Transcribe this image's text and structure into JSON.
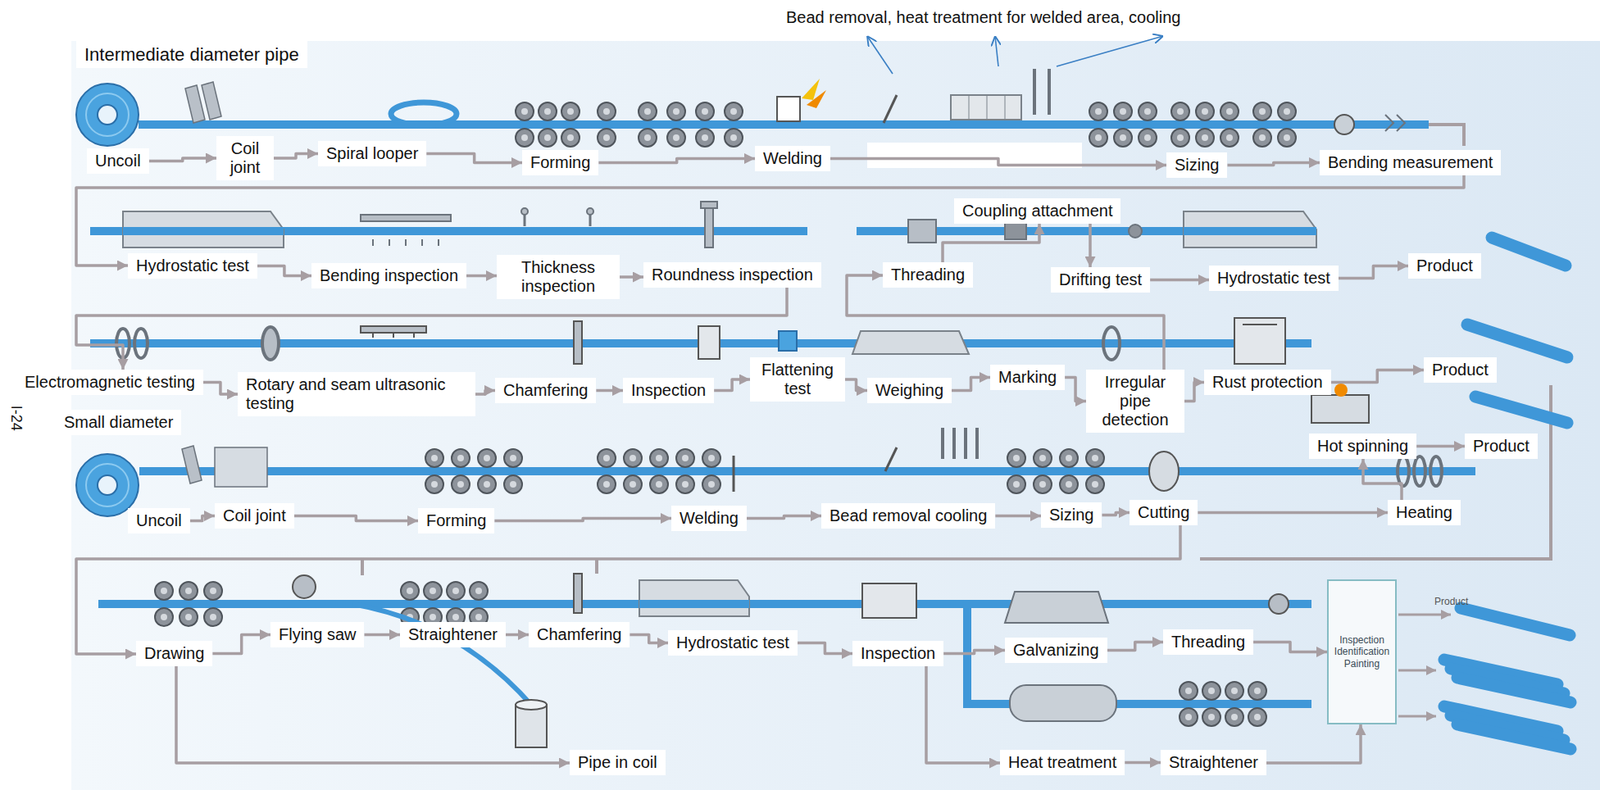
{
  "diagram": {
    "nodes": [
      {
        "text": [
          "Uncoil"
        ]
      },
      {
        "text": [
          "Coil joint"
        ]
      },
      {
        "text": [
          "Spiral looper"
        ]
      },
      {
        "text": [
          "Forming"
        ]
      },
      {
        "text": [
          "Welding"
        ]
      },
      {
        "text": [
          "Sizing"
        ]
      },
      {
        "text": [
          "Bending measurement"
        ]
      },
      {
        "text": [
          "Hydrostatic test"
        ]
      },
      {
        "text": [
          "Bending inspection"
        ]
      },
      {
        "text": [
          "Thickness inspection"
        ]
      },
      {
        "text": [
          "Roundness inspection"
        ]
      },
      {
        "text": [
          "Electromagnetic testing"
        ]
      },
      {
        "text": [
          "Rotary and seam ultrasonic testing"
        ]
      },
      {
        "text": [
          "Chamfering"
        ]
      },
      {
        "text": [
          "Inspection"
        ]
      },
      {
        "text": [
          "Flattening test"
        ]
      },
      {
        "text": [
          "Weighing"
        ]
      },
      {
        "text": [
          "Marking"
        ]
      },
      {
        "text": [
          "Irregular pipe detection"
        ]
      },
      {
        "text": [
          "Threading"
        ]
      },
      {
        "text": [
          "Coupling attachment"
        ]
      },
      {
        "text": [
          "Drifting test"
        ]
      },
      {
        "text": [
          "Hydrostatic test"
        ]
      },
      {
        "text": [
          "Product"
        ]
      },
      {
        "text": [
          "Rust protection"
        ]
      },
      {
        "text": [
          "Product"
        ]
      },
      {
        "text": [
          "Uncoil"
        ]
      },
      {
        "text": [
          "Coil joint"
        ]
      },
      {
        "text": [
          "Forming"
        ]
      },
      {
        "text": [
          "Welding"
        ]
      },
      {
        "text": [
          "Bead removal cooling"
        ]
      },
      {
        "text": [
          "Sizing"
        ]
      },
      {
        "text": [
          "Cutting"
        ]
      },
      {
        "text": [
          "Heating"
        ]
      },
      {
        "text": [
          "Hot spinning"
        ]
      },
      {
        "text": [
          "Product"
        ]
      },
      {
        "text": [
          "Drawing"
        ]
      },
      {
        "text": [
          "Pipe in coil"
        ]
      },
      {
        "text": [
          "Flying saw"
        ]
      },
      {
        "text": [
          "Straightener"
        ]
      },
      {
        "text": [
          "Chamfering"
        ]
      },
      {
        "text": [
          "Hydrostatic test"
        ]
      },
      {
        "text": [
          "Inspection"
        ]
      },
      {
        "text": [
          "Galvanizing"
        ]
      },
      {
        "text": [
          "Threading"
        ]
      },
      {
        "text": [
          "Heat treatment"
        ]
      },
      {
        "text": [
          "Straightener"
        ]
      },
      {
        "text": [
          "Inspection Identification Painting"
        ]
      }
    ],
    "edges": [
      {
        "from": 0,
        "to": 1,
        "arrow": "to"
      },
      {
        "from": 1,
        "to": 2,
        "arrow": "to"
      },
      {
        "from": 2,
        "to": 3,
        "arrow": "to"
      },
      {
        "from": 3,
        "to": 4,
        "arrow": "to"
      },
      {
        "from": 4,
        "to": 5,
        "arrow": "to"
      },
      {
        "from": 5,
        "to": 6,
        "arrow": "to"
      },
      {
        "from": 6,
        "to": 7,
        "arrow": "to"
      },
      {
        "from": 7,
        "to": 8,
        "arrow": "to"
      },
      {
        "from": 8,
        "to": 9,
        "arrow": "to"
      },
      {
        "from": 9,
        "to": 10,
        "arrow": "to"
      },
      {
        "from": 10,
        "to": 11,
        "arrow": "to"
      },
      {
        "from": 11,
        "to": 12,
        "arrow": "to"
      },
      {
        "from": 12,
        "to": 13,
        "arrow": "to"
      },
      {
        "from": 13,
        "to": 14,
        "arrow": "to"
      },
      {
        "from": 14,
        "to": 15,
        "arrow": "to"
      },
      {
        "from": 15,
        "to": 16,
        "arrow": "to"
      },
      {
        "from": 16,
        "to": 17,
        "arrow": "to"
      },
      {
        "from": 17,
        "to": 18,
        "arrow": "to"
      },
      {
        "from": 18,
        "to": 24,
        "arrow": "to"
      },
      {
        "from": 24,
        "to": 25,
        "arrow": "to"
      },
      {
        "from": 18,
        "to": 19,
        "arrow": "to"
      },
      {
        "from": 19,
        "to": 20,
        "arrow": "to"
      },
      {
        "from": 20,
        "to": 21,
        "arrow": "to"
      },
      {
        "from": 21,
        "to": 22,
        "arrow": "to"
      },
      {
        "from": 22,
        "to": 23,
        "arrow": "to"
      },
      {
        "from": 26,
        "to": 27,
        "arrow": "to"
      },
      {
        "from": 27,
        "to": 28,
        "arrow": "to"
      },
      {
        "from": 28,
        "to": 29,
        "arrow": "to"
      },
      {
        "from": 29,
        "to": 30,
        "arrow": "to"
      },
      {
        "from": 30,
        "to": 31,
        "arrow": "to"
      },
      {
        "from": 31,
        "to": 32,
        "arrow": "to"
      },
      {
        "from": 32,
        "to": 33,
        "arrow": "to"
      },
      {
        "from": 33,
        "to": 34,
        "arrow": "to"
      },
      {
        "from": 34,
        "to": 35,
        "arrow": "to"
      },
      {
        "from": 32,
        "to": 36,
        "arrow": "to"
      },
      {
        "from": 36,
        "to": 38,
        "arrow": "to"
      },
      {
        "from": 36,
        "to": 37,
        "arrow": "to"
      },
      {
        "from": 38,
        "to": 39,
        "arrow": "to"
      },
      {
        "from": 39,
        "to": 40,
        "arrow": "to"
      },
      {
        "from": 40,
        "to": 41,
        "arrow": "to"
      },
      {
        "from": 41,
        "to": 42,
        "arrow": "to"
      },
      {
        "from": 42,
        "to": 43,
        "arrow": "to"
      },
      {
        "from": 43,
        "to": 44,
        "arrow": "to"
      },
      {
        "from": 44,
        "to": 47,
        "arrow": "to"
      },
      {
        "from": 42,
        "to": 45,
        "arrow": "to"
      },
      {
        "from": 45,
        "to": 46,
        "arrow": "to"
      },
      {
        "from": 46,
        "to": 47,
        "arrow": "to"
      }
    ],
    "labels": [
      "Bead removal, heat treatment for welded area, cooling",
      "Intermediate diameter pipe",
      "I-24",
      "Small diameter",
      "Product"
    ]
  }
}
